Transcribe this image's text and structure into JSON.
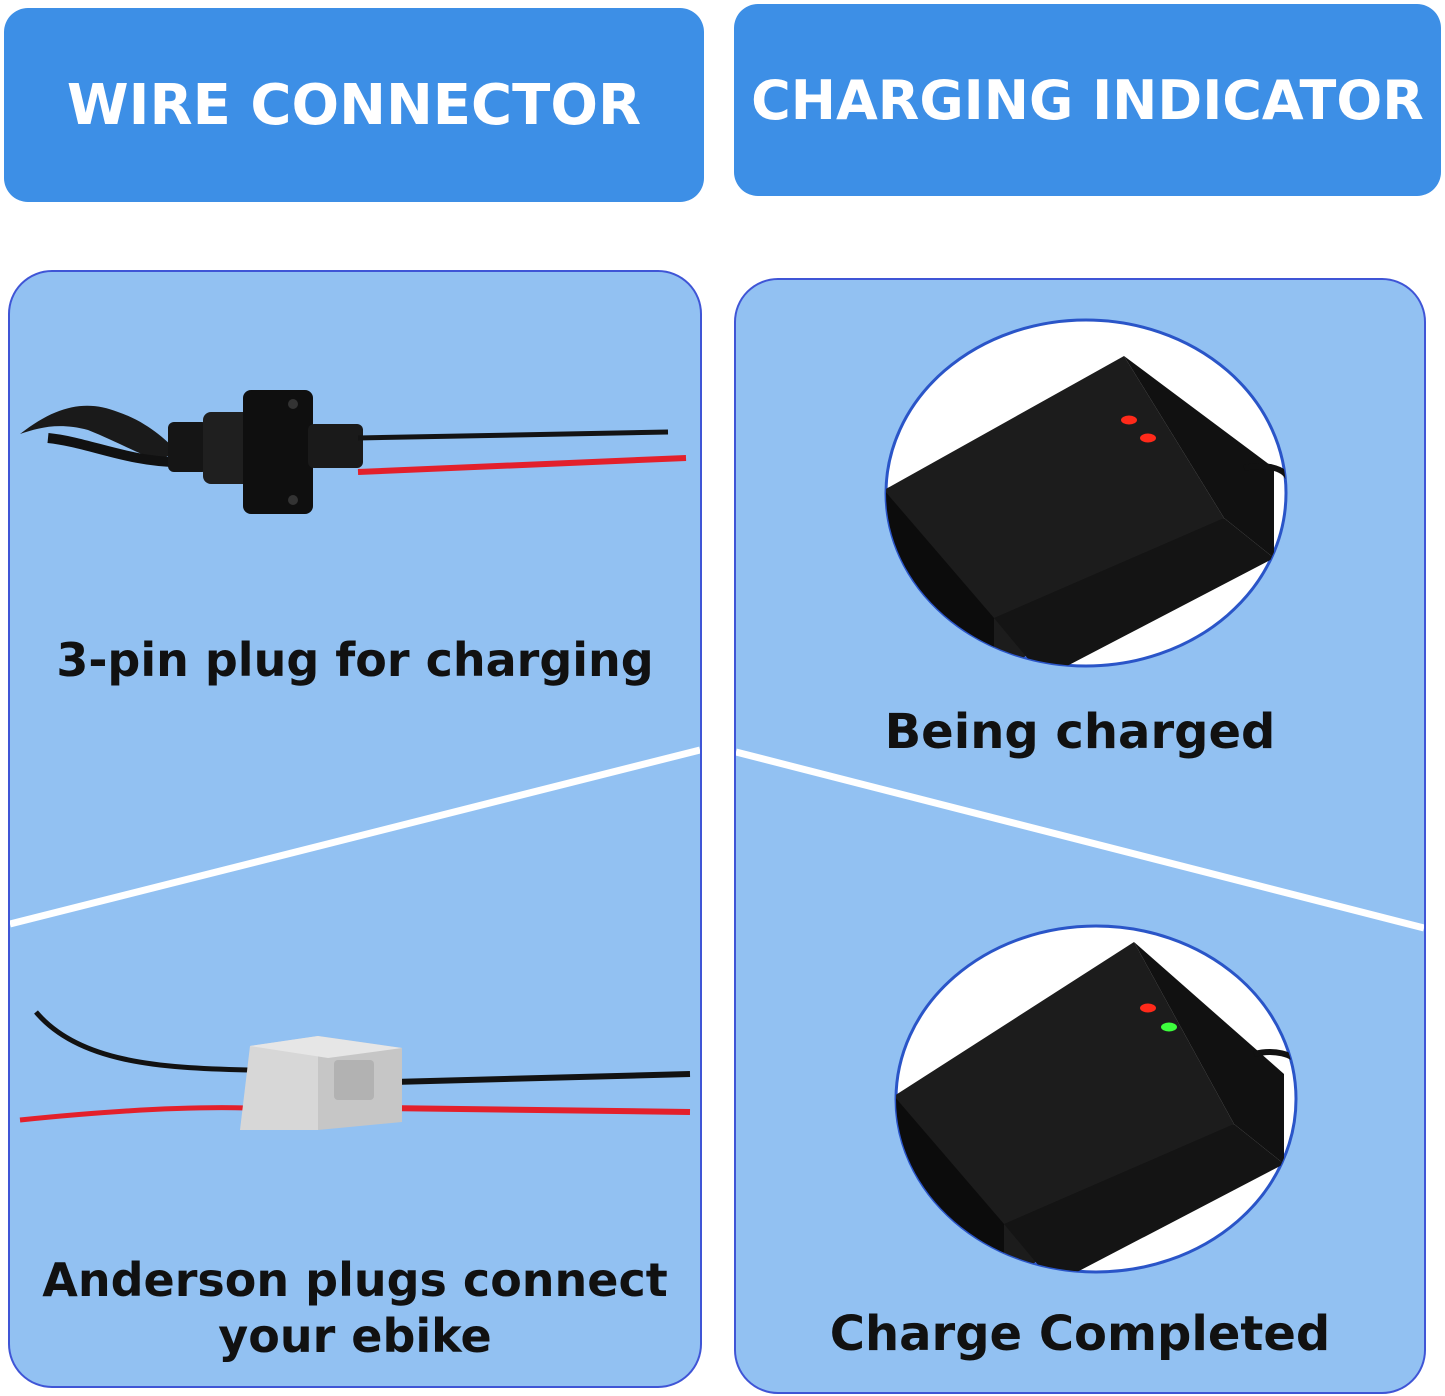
{
  "headers": {
    "left": "WIRE CONNECTOR",
    "right": "CHARGING INDICATOR"
  },
  "left_panel": {
    "top_caption": "3-pin plug for charging",
    "bottom_caption_line1": "Anderson plugs connect",
    "bottom_caption_line2": "your ebike"
  },
  "right_panel": {
    "top_caption": "Being charged",
    "bottom_caption": "Charge Completed"
  },
  "colors": {
    "header_blue": "#3d8fe6",
    "panel_blue": "#92c1f2",
    "panel_border": "#3f55d6",
    "led_red": "#ff2a1a",
    "led_green": "#3dff3d"
  },
  "icons": {
    "three_pin_plug": "three-pin-plug-icon",
    "anderson_plug": "anderson-plug-icon",
    "charger_charging": "charger-red-red-leds",
    "charger_complete": "charger-red-green-leds"
  }
}
